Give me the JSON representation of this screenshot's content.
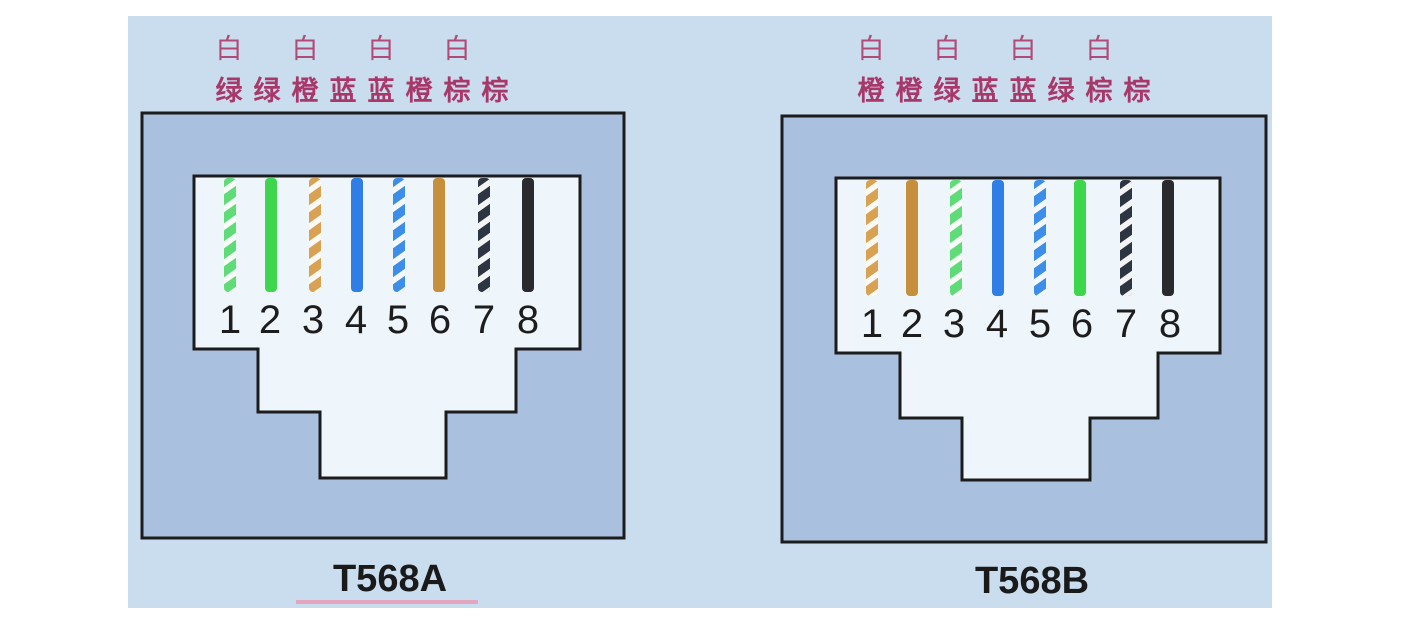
{
  "connectors": [
    {
      "id": "t568a",
      "title": "T568A",
      "top_labels": [
        "白",
        "",
        "白",
        "",
        "白",
        "",
        "白",
        ""
      ],
      "color_labels": [
        "绿",
        "绿",
        "橙",
        "蓝",
        "蓝",
        "橙",
        "棕",
        "棕"
      ],
      "pin_numbers": [
        "1",
        "2",
        "3",
        "4",
        "5",
        "6",
        "7",
        "8"
      ],
      "wires": [
        {
          "color": "#5fdc78",
          "striped": true
        },
        {
          "color": "#3ed64c",
          "striped": false
        },
        {
          "color": "#d9a253",
          "striped": true
        },
        {
          "color": "#2e7ee6",
          "striped": false
        },
        {
          "color": "#3c8ee8",
          "striped": true
        },
        {
          "color": "#c58f3c",
          "striped": false
        },
        {
          "color": "#2d3442",
          "striped": true
        },
        {
          "color": "#2a2a2e",
          "striped": false
        }
      ]
    },
    {
      "id": "t568b",
      "title": "T568B",
      "top_labels": [
        "白",
        "",
        "白",
        "",
        "白",
        "",
        "白",
        ""
      ],
      "color_labels": [
        "橙",
        "橙",
        "绿",
        "蓝",
        "蓝",
        "绿",
        "棕",
        "棕"
      ],
      "pin_numbers": [
        "1",
        "2",
        "3",
        "4",
        "5",
        "6",
        "7",
        "8"
      ],
      "wires": [
        {
          "color": "#d9a253",
          "striped": true
        },
        {
          "color": "#c58f3c",
          "striped": false
        },
        {
          "color": "#5fdc78",
          "striped": true
        },
        {
          "color": "#2e7ee6",
          "striped": false
        },
        {
          "color": "#3c8ee8",
          "striped": true
        },
        {
          "color": "#3ed64c",
          "striped": false
        },
        {
          "color": "#2d3442",
          "striped": true
        },
        {
          "color": "#2a2a2e",
          "striped": false
        }
      ]
    }
  ]
}
